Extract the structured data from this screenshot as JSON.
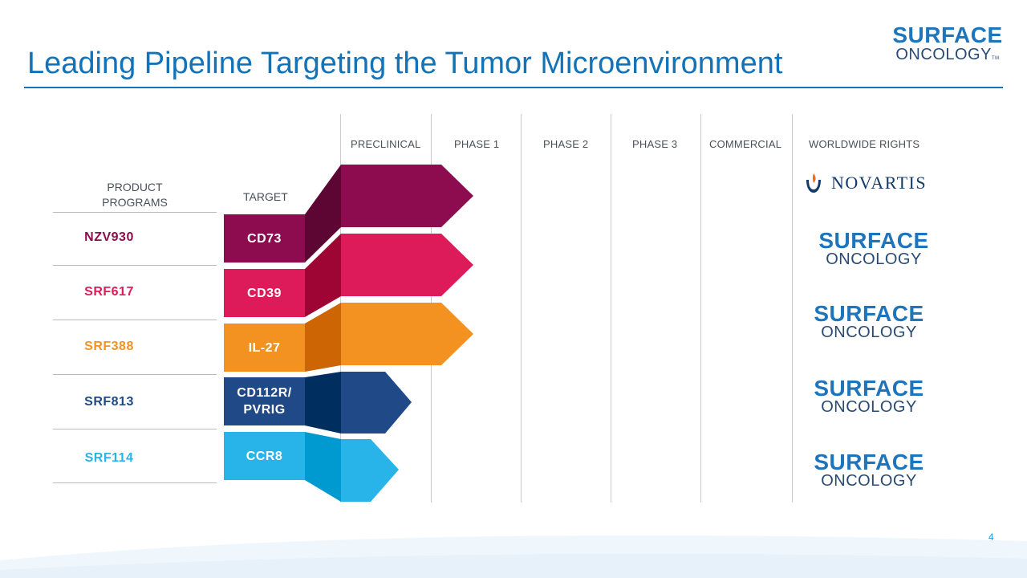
{
  "title": "Leading Pipeline Targeting the Tumor Microenvironment",
  "logo": {
    "line1": "SURFACE",
    "line2": "ONCOLOGY",
    "tm": "TM"
  },
  "headers": {
    "product_programs": "PRODUCT PROGRAMS",
    "target": "TARGET",
    "stages": [
      "PRECLINICAL",
      "PHASE 1",
      "PHASE 2",
      "PHASE 3",
      "COMMERCIAL"
    ],
    "rights": "WORLDWIDE RIGHTS"
  },
  "programs": [
    {
      "name": "NZV930",
      "target": "CD73",
      "stage_reached": "Phase 1",
      "rights": "NOVARTIS",
      "color": "#8c0c4f"
    },
    {
      "name": "SRF617",
      "target": "CD39",
      "stage_reached": "Phase 1",
      "rights": "SURFACE ONCOLOGY",
      "color": "#dd1a5a"
    },
    {
      "name": "SRF388",
      "target": "IL-27",
      "stage_reached": "Phase 1",
      "rights": "SURFACE ONCOLOGY",
      "color": "#f39220"
    },
    {
      "name": "SRF813",
      "target": "CD112R/ PVRIG",
      "stage_reached": "Preclinical",
      "rights": "SURFACE ONCOLOGY",
      "color": "#1f4a87"
    },
    {
      "name": "SRF114",
      "target": "CCR8",
      "stage_reached": "Preclinical",
      "rights": "SURFACE ONCOLOGY",
      "color": "#28b4e8"
    }
  ],
  "partner_logo": {
    "line1": "SURFACE",
    "line2": "ONCOLOGY"
  },
  "novartis_logo": {
    "text": "NOVARTIS",
    "icon": "novartis-flame-icon"
  },
  "page_number": "4"
}
